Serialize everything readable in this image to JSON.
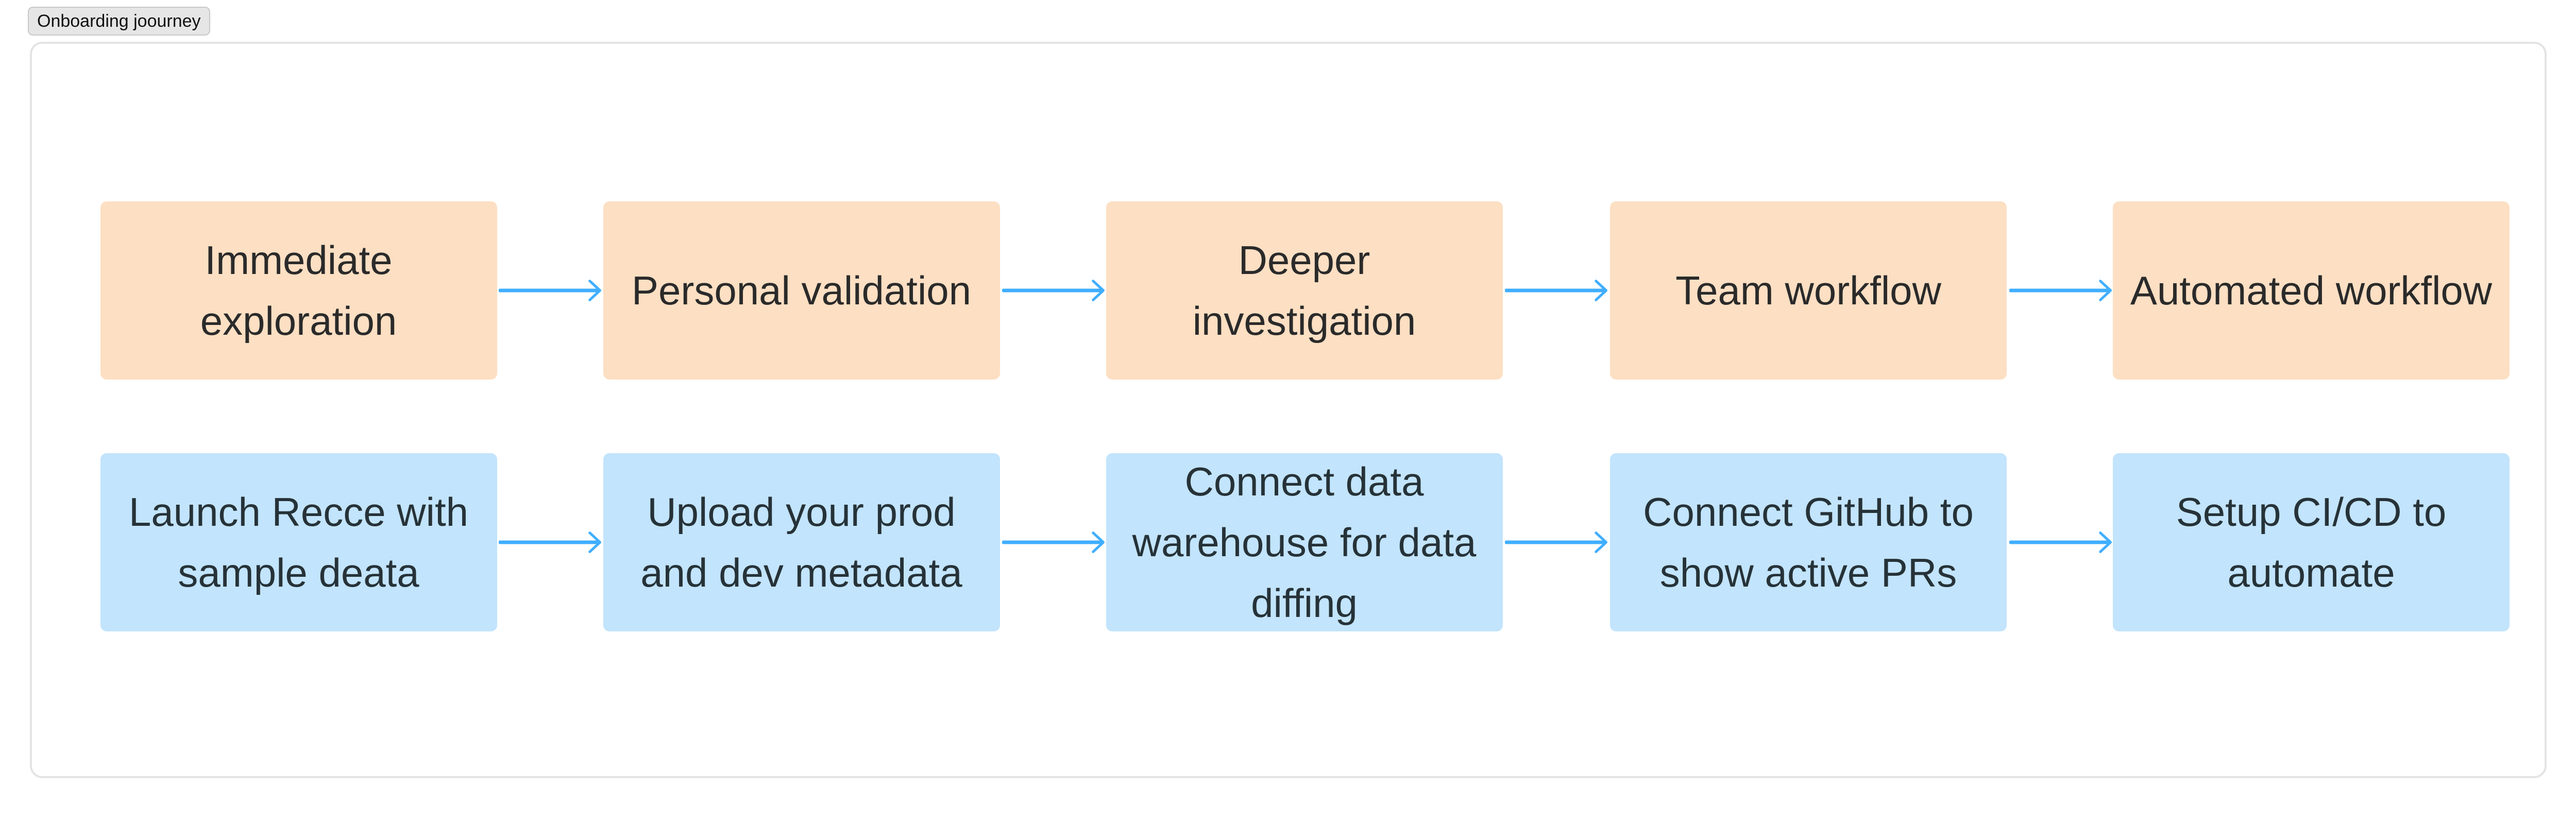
{
  "label": "Onboarding joourney",
  "colors": {
    "stage": "#fddfc3",
    "action": "#c2e4fc",
    "arrow": "#40aeff"
  },
  "stages": [
    "Immediate exploration",
    "Personal validation",
    "Deeper investigation",
    "Team workflow",
    "Automated workflow"
  ],
  "actions": [
    "Launch Recce with sample deata",
    "Upload your prod and dev metadata",
    "Connect data warehouse for data diffing",
    "Connect GitHub to show active PRs",
    "Setup CI/CD to automate"
  ]
}
